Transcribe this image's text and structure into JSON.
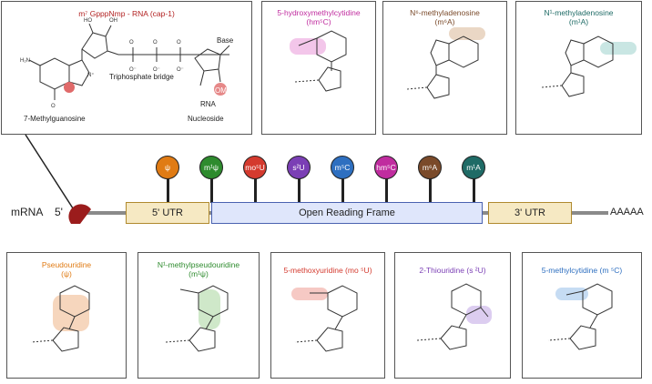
{
  "cap": {
    "title": "m⁷ GpppNmp - RNA (cap-1)",
    "labels": {
      "guanosine": "7-Methylguanosine",
      "bridge": "Triphosphate bridge",
      "nucleoside": "Nucleoside",
      "base": "Base",
      "rna": "RNA",
      "ome": "OMe"
    }
  },
  "top_mods": [
    {
      "name": "5-hydroxymethylcytidine",
      "abbr": "(hm⁵C)",
      "color": "#c02c9f"
    },
    {
      "name": "N⁶-methyladenosine",
      "abbr": "(m⁶A)",
      "color": "#7a4a2a"
    },
    {
      "name": "N¹-methyladenosine",
      "abbr": "(m¹A)",
      "color": "#1f6b66"
    }
  ],
  "bottom_mods": [
    {
      "name": "Pseudouridine",
      "abbr": "(ψ)",
      "color": "#e07b14"
    },
    {
      "name": "N¹-methylpseudouridine",
      "abbr": "(m¹ψ)",
      "color": "#2e8b2e"
    },
    {
      "name": "5-methoxyuridine (mo ⁵U)",
      "abbr": "",
      "color": "#d43a2e"
    },
    {
      "name": "2-Thiouridine (s ²U)",
      "abbr": "",
      "color": "#7b3fb5"
    },
    {
      "name": "5-methylcytidine (m ⁵C)",
      "abbr": "",
      "color": "#2e6fc0"
    }
  ],
  "pins": [
    {
      "label": "ψ",
      "color": "#e07b14"
    },
    {
      "label": "m¹ψ",
      "color": "#2e8b2e"
    },
    {
      "label": "mo⁵U",
      "color": "#d43a2e"
    },
    {
      "label": "s²U",
      "color": "#7b3fb5"
    },
    {
      "label": "m⁵C",
      "color": "#2e6fc0"
    },
    {
      "label": "hm⁵C",
      "color": "#c02c9f"
    },
    {
      "label": "m⁶A",
      "color": "#7a4a2a"
    },
    {
      "label": "m¹A",
      "color": "#1f6b66"
    }
  ],
  "mrna": {
    "label": "mRNA",
    "five_prime": "5'",
    "utr5": "5' UTR",
    "orf": "Open Reading Frame",
    "utr3": "3' UTR",
    "polya": "AAAAA"
  },
  "colors": {
    "cap_title": "#b22222",
    "cap_dot": "#e06a6a",
    "utr": "#f6e9c3",
    "orf": "#dfe6fb"
  }
}
